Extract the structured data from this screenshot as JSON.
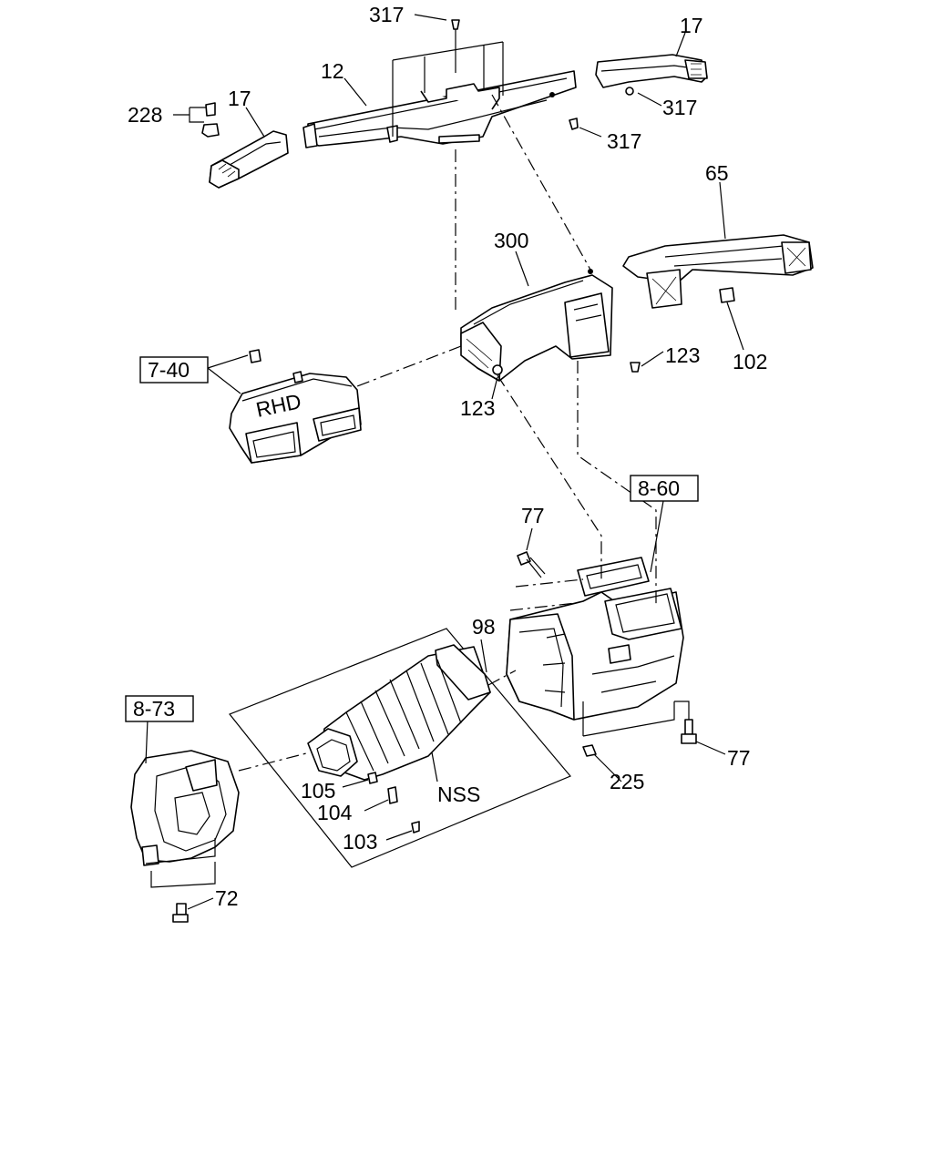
{
  "labels": {
    "c317_top": "317",
    "c17_right": "17",
    "c12": "12",
    "c228": "228",
    "c17_left": "17",
    "c317_r1": "317",
    "c317_r2": "317",
    "c65": "65",
    "c300": "300",
    "c7_40": "7-40",
    "c102": "102",
    "c123_r": "123",
    "c123_l": "123",
    "rhd": "RHD",
    "c8_60": "8-60",
    "c77_top": "77",
    "c98": "98",
    "c8_73": "8-73",
    "c105": "105",
    "c104": "104",
    "c103": "103",
    "nss": "NSS",
    "c225": "225",
    "c77_right": "77",
    "c72": "72"
  }
}
